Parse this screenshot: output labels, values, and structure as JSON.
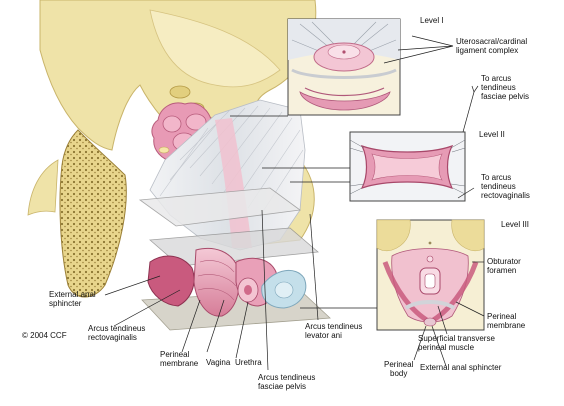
{
  "labels": {
    "level_1": "Level I",
    "uterosacral": "Uterosacral/cardinal\nligament complex",
    "to_atfp": "To arcus\ntendineus\nfasciae pelvis",
    "level_2": "Level II",
    "to_atrv": "To arcus\ntendineus\nrectovaginalis",
    "level_3": "Level III",
    "obturator": "Obturator\nforamen",
    "perineal_membrane_right": "Perineal\nmembrane",
    "superficial_transverse": "Superficial transverse\nperineal muscle",
    "external_anal_sphincter_right": "External anal sphincter",
    "perineal_body": "Perineal\nbody",
    "external_anal_sphincter_left": "External anal\nsphincter",
    "copyright": "© 2004 CCF",
    "arcus_rectovaginalis": "Arcus tendineus\nrectovaginalis",
    "perineal_membrane_left": "Perineal\nmembrane",
    "vagina": "Vagina",
    "urethra": "Urethra",
    "arcus_fasciae_pelvis": "Arcus tendineus\nfasciae pelvis",
    "arcus_levator_ani": "Arcus tendineus\nlevator ani"
  },
  "colors": {
    "bone": "#efe3a8",
    "bone_dark": "#cdb96a",
    "tissue_pink": "#e7a3b8",
    "tissue_light": "#f4d3dd",
    "fascia": "#dfe3e8",
    "muscle": "#c86080",
    "bladder_blue": "#b9d6e4",
    "inset_bg": "#f6f1dc"
  }
}
